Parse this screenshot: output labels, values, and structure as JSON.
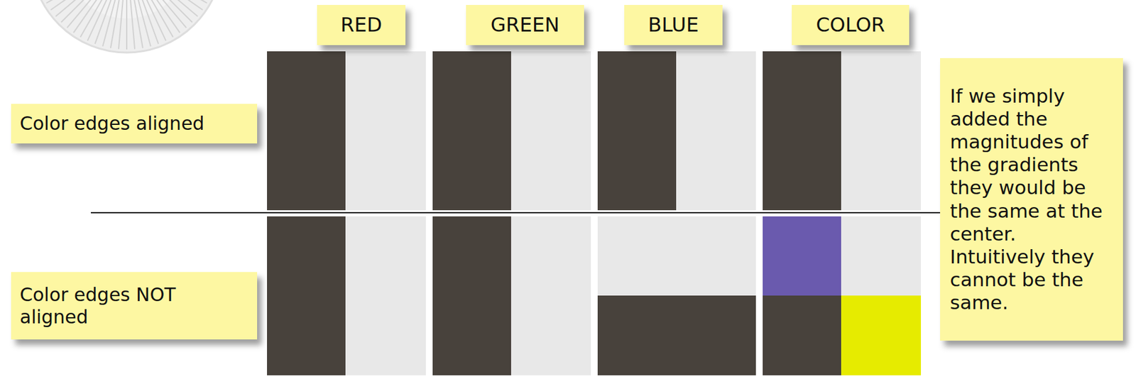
{
  "diagram": {
    "nodes": [
      {
        "text": [
          "RED"
        ]
      },
      {
        "text": [
          "GREEN"
        ]
      },
      {
        "text": [
          "BLUE"
        ]
      },
      {
        "text": [
          "COLOR"
        ]
      },
      {
        "text": [
          "Color edges aligned"
        ]
      },
      {
        "text": [
          "Color edges NOT aligned"
        ]
      },
      {
        "text": [
          "If we simply added the magnitudes of the gradients they would be the same at the center. Intuitively they cannot be the same."
        ]
      }
    ]
  }
}
